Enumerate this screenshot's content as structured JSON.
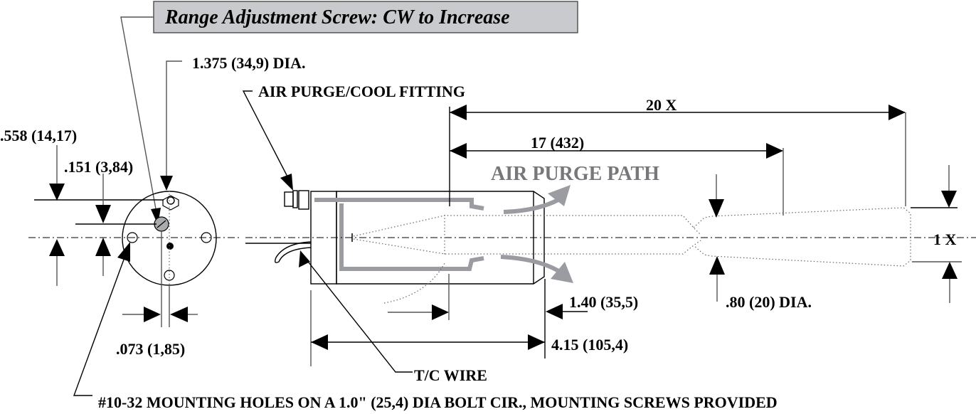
{
  "title": "Range Adjustment Screw: CW to Increase",
  "labels": {
    "body_dia": "1.375 (34,9) DIA.",
    "air_fitting": "AIR PURGE/COOL FITTING",
    "dim_558": ".558 (14,17)",
    "dim_151": ".151 (3,84)",
    "dim_073": ".073 (1,85)",
    "twenty_x": "20 X",
    "seventeen": "17 (432)",
    "air_purge_path": "AIR PURGE PATH",
    "one_x": "1 X",
    "spot_dia": ".80 (20) DIA.",
    "dim_140": "1.40 (35,5)",
    "dim_415": "4.15 (105,4)",
    "tc_wire": "T/C WIRE",
    "mounting": "#10-32 MOUNTING HOLES ON A 1.0\" (25,4) DIA BOLT CIR., MOUNTING SCREWS PROVIDED"
  },
  "colors": {
    "title_box": "#c9cacd",
    "purge_path": "#9a9ca1",
    "purge_text": "#77777b"
  }
}
